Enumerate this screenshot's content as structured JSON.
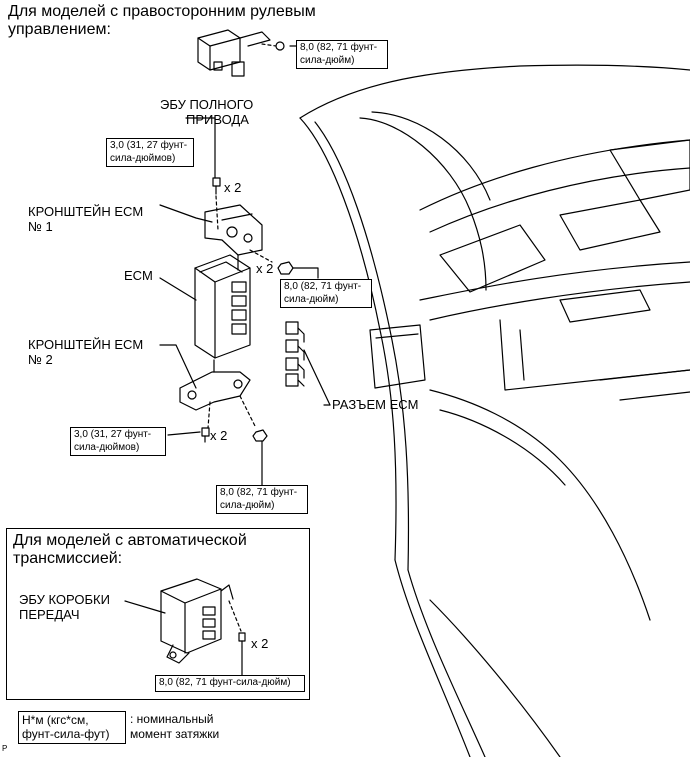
{
  "header": {
    "line1": "Для моделей с правосторонним рулевым",
    "line2": "управлением:"
  },
  "labels": {
    "awd_ecu": {
      "line1": "ЭБУ ПОЛНОГО",
      "line2": "ПРИВОДА"
    },
    "bracket1": {
      "line1": "КРОНШТЕЙН ECM",
      "line2": "№ 1"
    },
    "ecm": "ECM",
    "bracket2": {
      "line1": "КРОНШТЕЙН ECM",
      "line2": "№ 2"
    },
    "connector": "РАЗЪЕМ ECM",
    "tcu": {
      "line1": "ЭБУ КОРОБКИ",
      "line2": "ПЕРЕДАЧ"
    }
  },
  "torque": {
    "t_top": {
      "line1": "8,0 (82, 71 фунт-",
      "line2": "сила-дюйм)"
    },
    "t_bolt_upper": {
      "line1": "3,0 (31, 27 фунт-",
      "line2": "сила-дюймов)"
    },
    "t_nut_right": {
      "line1": "8,0 (82, 71 фунт-",
      "line2": "сила-дюйм)"
    },
    "t_bolt_lower": {
      "line1": "3,0 (31, 27 фунт-",
      "line2": "сила-дюймов)"
    },
    "t_nut_lower": {
      "line1": "8,0 (82, 71 фунт-",
      "line2": "сила-дюйм)"
    },
    "t_tcu": "8,0 (82, 71 фунт-сила-дюйм)"
  },
  "qty": {
    "upper": "x 2",
    "right": "x 2",
    "lower": "x 2",
    "tcu": "x 2"
  },
  "sub_section": {
    "line1": "Для моделей с автоматической",
    "line2": "трансмиссией:"
  },
  "legend": {
    "unit_line1": "Н*м (кгс*см,",
    "unit_line2": "фунт-сила-фут)",
    "desc_line1": ": номинальный",
    "desc_line2": "момент затяжки"
  },
  "corner_mark": "P"
}
